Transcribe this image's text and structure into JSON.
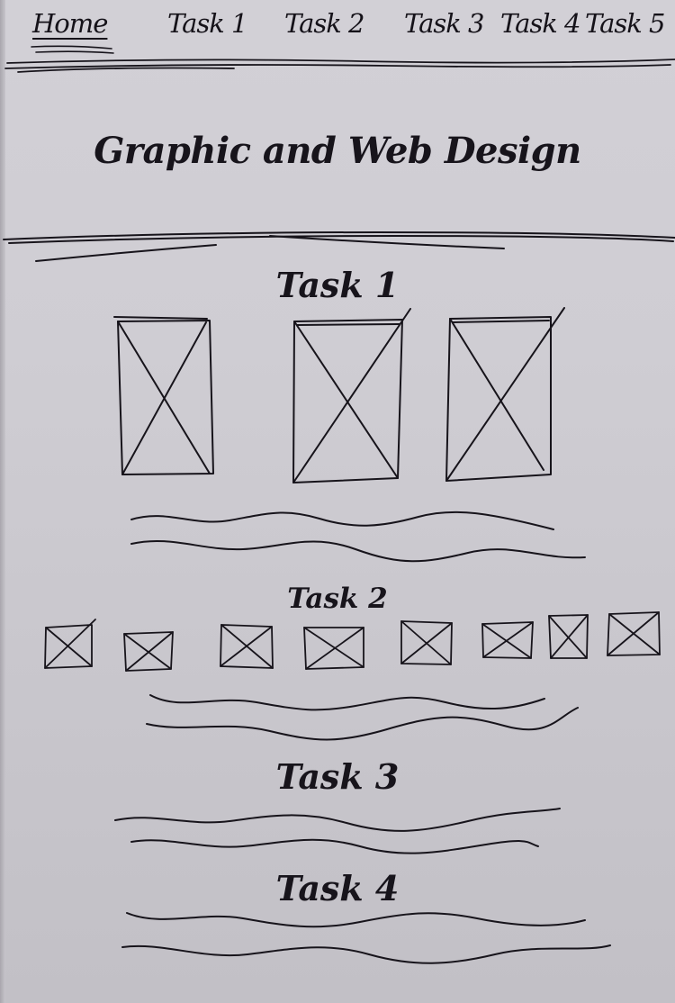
{
  "nav": {
    "items": [
      {
        "label": "Home",
        "active": true
      },
      {
        "label": "Task 1",
        "active": false
      },
      {
        "label": "Task 2",
        "active": false
      },
      {
        "label": "Task 3",
        "active": false
      },
      {
        "label": "Task 4",
        "active": false
      },
      {
        "label": "Task 5",
        "active": false
      }
    ]
  },
  "header": {
    "title": "Graphic and Web Design"
  },
  "sections": [
    {
      "heading": "Task 1",
      "image_count": 3,
      "text_lines": 2
    },
    {
      "heading": "Task 2",
      "image_count": 8,
      "text_lines": 2
    },
    {
      "heading": "Task 3",
      "image_count": 0,
      "text_lines": 2
    },
    {
      "heading": "Task 4",
      "image_count": 0,
      "text_lines": 2
    }
  ],
  "colors": {
    "paper": "#cfcdd3",
    "ink": "#17141b"
  }
}
